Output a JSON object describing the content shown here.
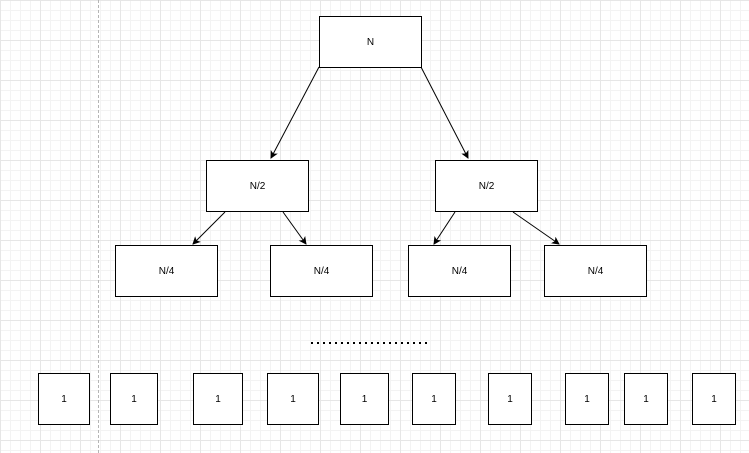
{
  "tree": {
    "root": {
      "label": "N"
    },
    "level1": [
      {
        "label": "N/2"
      },
      {
        "label": "N/2"
      }
    ],
    "level2": [
      {
        "label": "N/4"
      },
      {
        "label": "N/4"
      },
      {
        "label": "N/4"
      },
      {
        "label": "N/4"
      }
    ],
    "leaves": [
      {
        "label": "1"
      },
      {
        "label": "1"
      },
      {
        "label": "1"
      },
      {
        "label": "1"
      },
      {
        "label": "1"
      },
      {
        "label": "1"
      },
      {
        "label": "1"
      },
      {
        "label": "1"
      },
      {
        "label": "1"
      },
      {
        "label": "1"
      }
    ]
  }
}
